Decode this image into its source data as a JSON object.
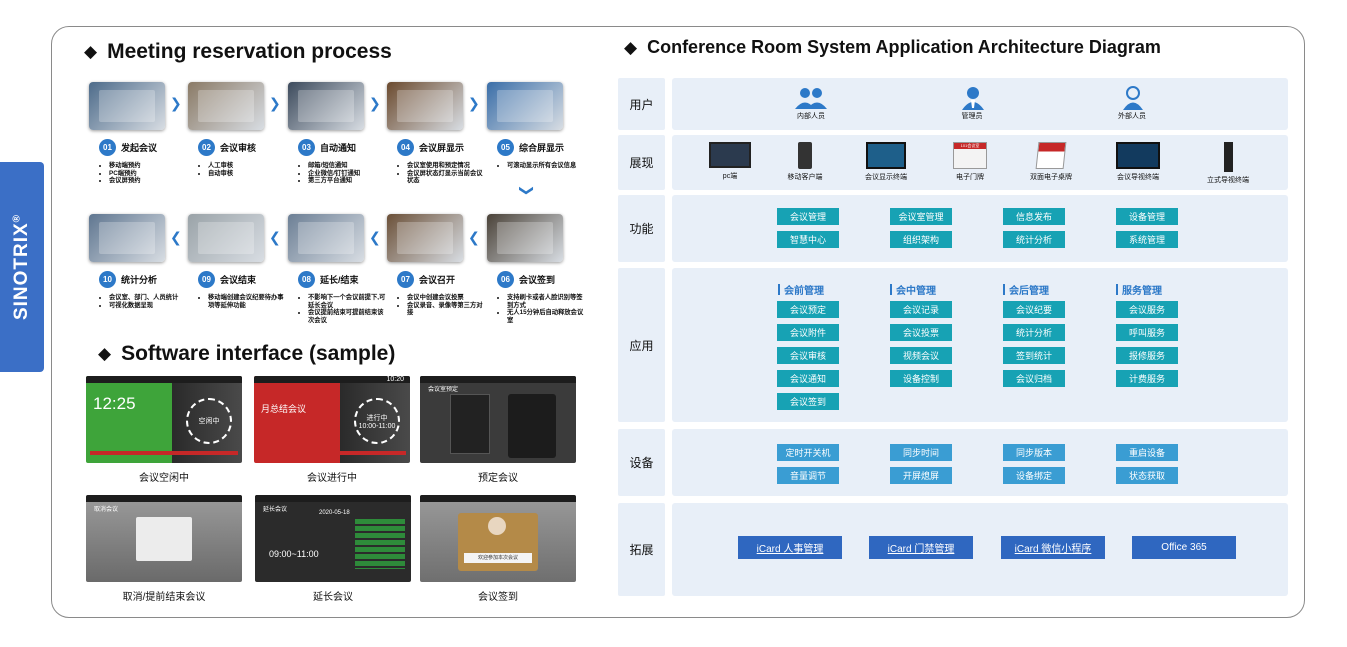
{
  "brand": {
    "name": "SINOTRIX",
    "reg": "®"
  },
  "left": {
    "process_title": "Meeting reservation process",
    "software_title": "Software interface (sample)",
    "steps_row1": [
      {
        "num": "01",
        "name": "发起会议",
        "items": [
          "移动端预约",
          "PC端预约",
          "会议屏预约"
        ],
        "color": "#4d6b8a"
      },
      {
        "num": "02",
        "name": "会议审核",
        "items": [
          "人工审核",
          "自动审核"
        ],
        "color": "#8a7a66"
      },
      {
        "num": "03",
        "name": "自动通知",
        "items": [
          "邮箱/短信通知",
          "企业微信/钉钉通知",
          "第三方平台通知"
        ],
        "color": "#3c4a5c"
      },
      {
        "num": "04",
        "name": "会议屏显示",
        "items": [
          "会议室使用和预定情况",
          "会议屏状态灯显示当前会议状态"
        ],
        "color": "#6b4a2e"
      },
      {
        "num": "05",
        "name": "综合屏显示",
        "items": [
          "可滚动显示所有会议信息"
        ],
        "color": "#3a6ea8"
      }
    ],
    "steps_row2": [
      {
        "num": "10",
        "name": "统计分析",
        "items": [
          "会议室、部门、人员统计",
          "可视化数据呈现"
        ],
        "color": "#5f7690"
      },
      {
        "num": "09",
        "name": "会议结束",
        "items": [
          "移动端创建会议纪要待办事项等延伸功能"
        ],
        "color": "#9aa3a8"
      },
      {
        "num": "08",
        "name": "延长/结束",
        "items": [
          "不影响下一个会议前提下,可延长会议",
          "会议提前结束可提前结束该次会议"
        ],
        "color": "#6c7f95"
      },
      {
        "num": "07",
        "name": "会议召开",
        "items": [
          "会议中创建会议投票",
          "会议录音、录像等第三方对接"
        ],
        "color": "#6b5038"
      },
      {
        "num": "06",
        "name": "会议签到",
        "items": [
          "支持刷卡或者人脸识别等签到方式",
          "无人15分钟后自动释放会议室"
        ],
        "color": "#4a4238"
      }
    ],
    "screens": [
      {
        "caption": "会议空闲中",
        "time": "12:25",
        "status": "空闲中",
        "color": "#3ea43a"
      },
      {
        "caption": "会议进行中",
        "time": "10:20",
        "title": "月总结会议",
        "status": "进行中",
        "status_time": "10:00-11:00",
        "color": "#c62828"
      },
      {
        "caption": "预定会议",
        "title": "会议室预定",
        "color": "#3b3b3b"
      },
      {
        "caption": "取消/提前结束会议",
        "title": "取消会议",
        "color": "#6a6a6a"
      },
      {
        "caption": "延长会议",
        "title": "延长会议",
        "time": "09:00~11:00",
        "date": "2020-05-18",
        "color": "#2b2b2b"
      },
      {
        "caption": "会议签到",
        "button": "欢迎参加本次会议",
        "color": "#8a7a5c"
      }
    ]
  },
  "arch": {
    "title": "Conference Room System Application Architecture Diagram",
    "rows": {
      "users": {
        "label": "用户",
        "items": [
          "内部人员",
          "管理员",
          "外部人员"
        ]
      },
      "display": {
        "label": "展现",
        "items": [
          "pc端",
          "移动客户端",
          "会议显示终端",
          "电子门牌",
          "双面电子桌牌",
          "会议导视终端",
          "立式导视终端"
        ],
        "door_sign": "101会议室"
      },
      "function": {
        "label": "功能",
        "items": [
          "会议管理",
          "会议室管理",
          "信息发布",
          "设备管理",
          "智慧中心",
          "组织架构",
          "统计分析",
          "系统管理"
        ]
      },
      "application": {
        "label": "应用",
        "columns": [
          {
            "head": "会前管理",
            "items": [
              "会议预定",
              "会议附件",
              "会议审核",
              "会议通知",
              "会议签到"
            ]
          },
          {
            "head": "会中管理",
            "items": [
              "会议记录",
              "会议投票",
              "视频会议",
              "设备控制"
            ]
          },
          {
            "head": "会后管理",
            "items": [
              "会议纪要",
              "统计分析",
              "签到统计",
              "会议归档"
            ]
          },
          {
            "head": "服务管理",
            "items": [
              "会议服务",
              "呼叫服务",
              "报修服务",
              "计费服务"
            ]
          }
        ]
      },
      "device": {
        "label": "设备",
        "items": [
          "定时开关机",
          "同步时间",
          "同步版本",
          "重启设备",
          "音量调节",
          "开屏熄屏",
          "设备绑定",
          "状态获取"
        ]
      },
      "extension": {
        "label": "拓展",
        "items": [
          "iCard 人事管理",
          "iCard 门禁管理",
          "iCard 微信小程序",
          "Office 365"
        ]
      }
    }
  }
}
